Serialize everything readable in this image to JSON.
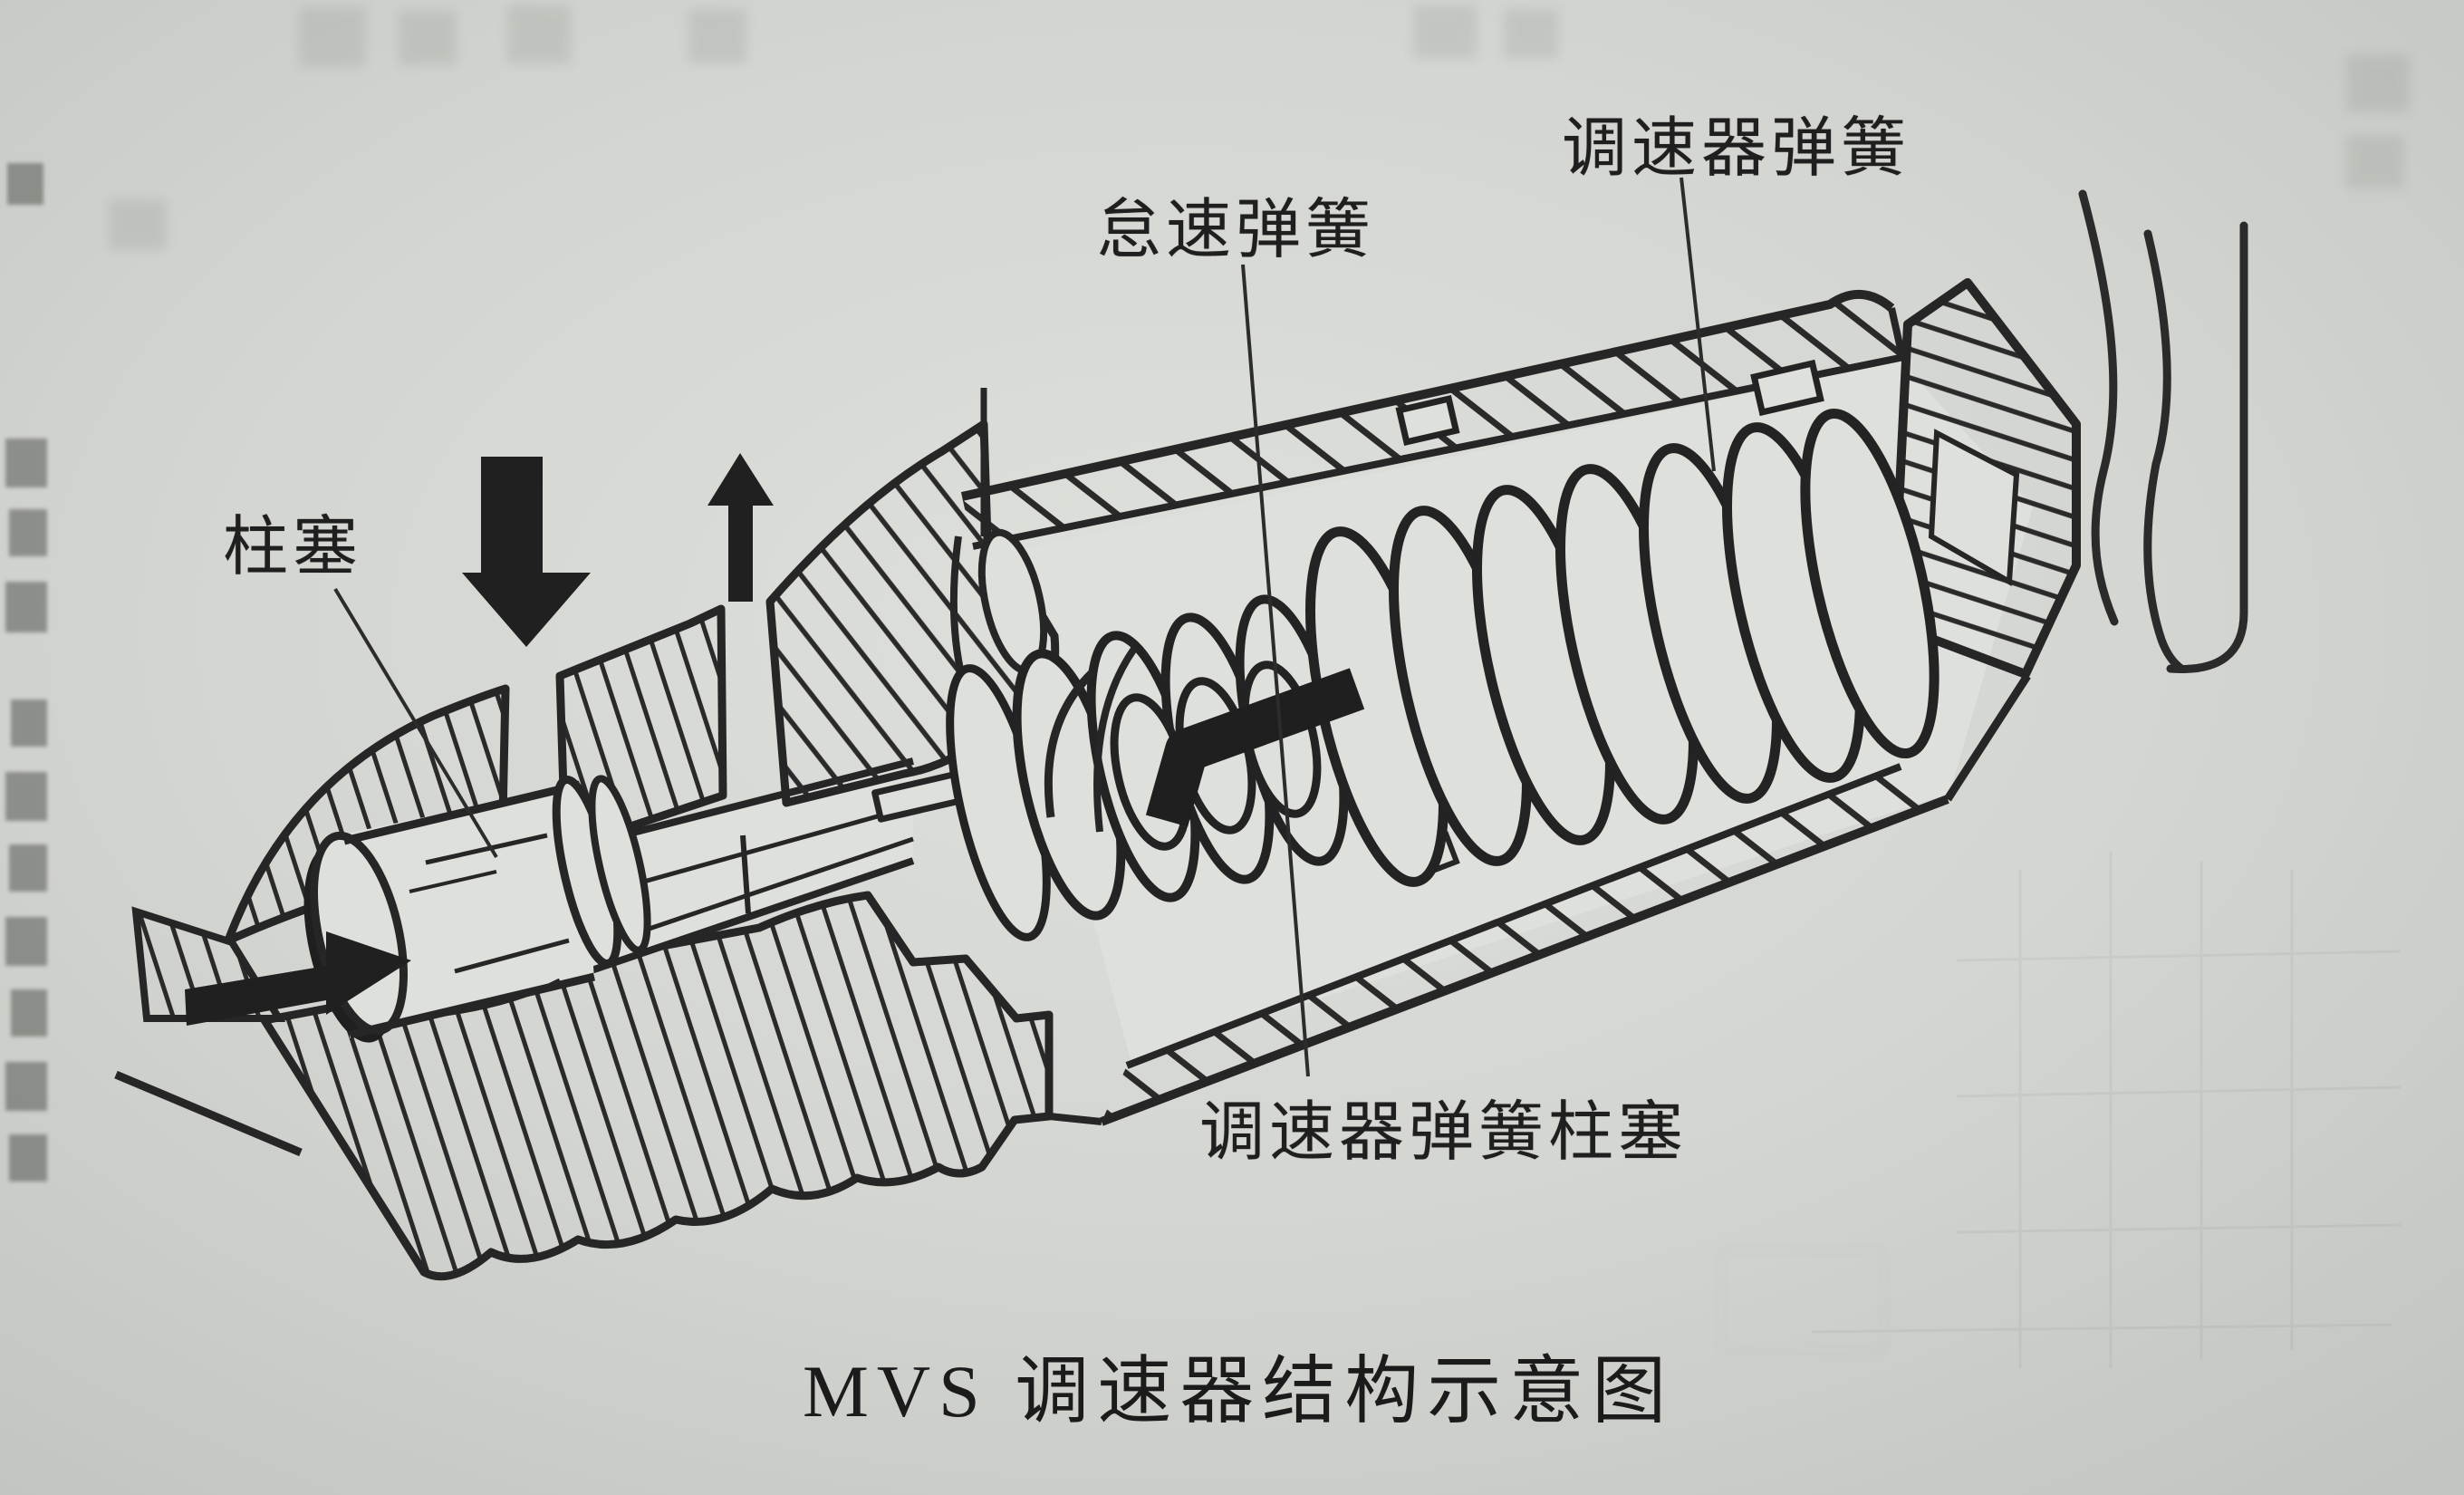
{
  "figure": {
    "caption": "MVS 调速器结构示意图",
    "labels": {
      "plunger": "柱塞",
      "idle_spring": "怠速弹簧",
      "governor_spring": "调速器弹簧",
      "governor_spring_plunger": "调速器弹簧柱塞"
    },
    "colors": {
      "paper": "#d3d5d1",
      "paper_light": "#dfe1dc",
      "ink": "#262626"
    }
  }
}
